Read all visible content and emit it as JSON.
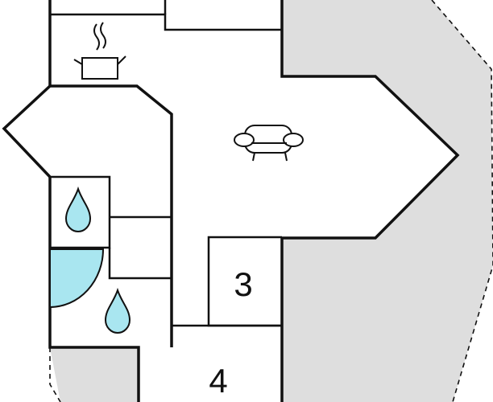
{
  "rooms": [
    {
      "id": "room-3",
      "label": "3"
    },
    {
      "id": "room-4",
      "label": "4"
    }
  ],
  "icons": {
    "kitchen": "cooking-pot-icon",
    "living": "armchair-icon",
    "bath": "water-drop-icon",
    "shower": "shower-quarter-icon"
  },
  "colors": {
    "outside": "#dedede",
    "water": "#a9e6f0",
    "wall": "#111111"
  }
}
